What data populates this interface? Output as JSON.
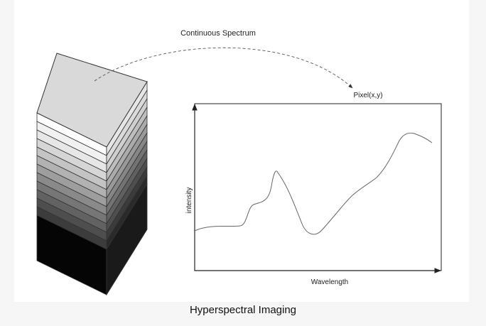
{
  "top_label": "Continuous Spectrum",
  "pixel_label": "Pixel(x,y)",
  "y_axis_label": "intensity",
  "x_axis_label": "Wavelength",
  "caption": "Hyperspectral Imaging",
  "colors": {
    "cube_top": "#d9d9d9",
    "layers_front": [
      "#ffffff",
      "#f1f1f1",
      "#e7e7e7",
      "#d6d6d6",
      "#c4c4c4",
      "#b2b2b2",
      "#9e9e9e",
      "#8a8a8a",
      "#767676",
      "#626262",
      "#4e4e4e",
      "#3c3c3c",
      "#050505"
    ],
    "layers_side": [
      "#e6e6e6",
      "#dadada",
      "#cfcfcf",
      "#bebebe",
      "#ababab",
      "#999999",
      "#868686",
      "#737373",
      "#606060",
      "#4e4e4e",
      "#3b3b3b",
      "#2a2a2a",
      "#1a1a1a"
    ]
  }
}
